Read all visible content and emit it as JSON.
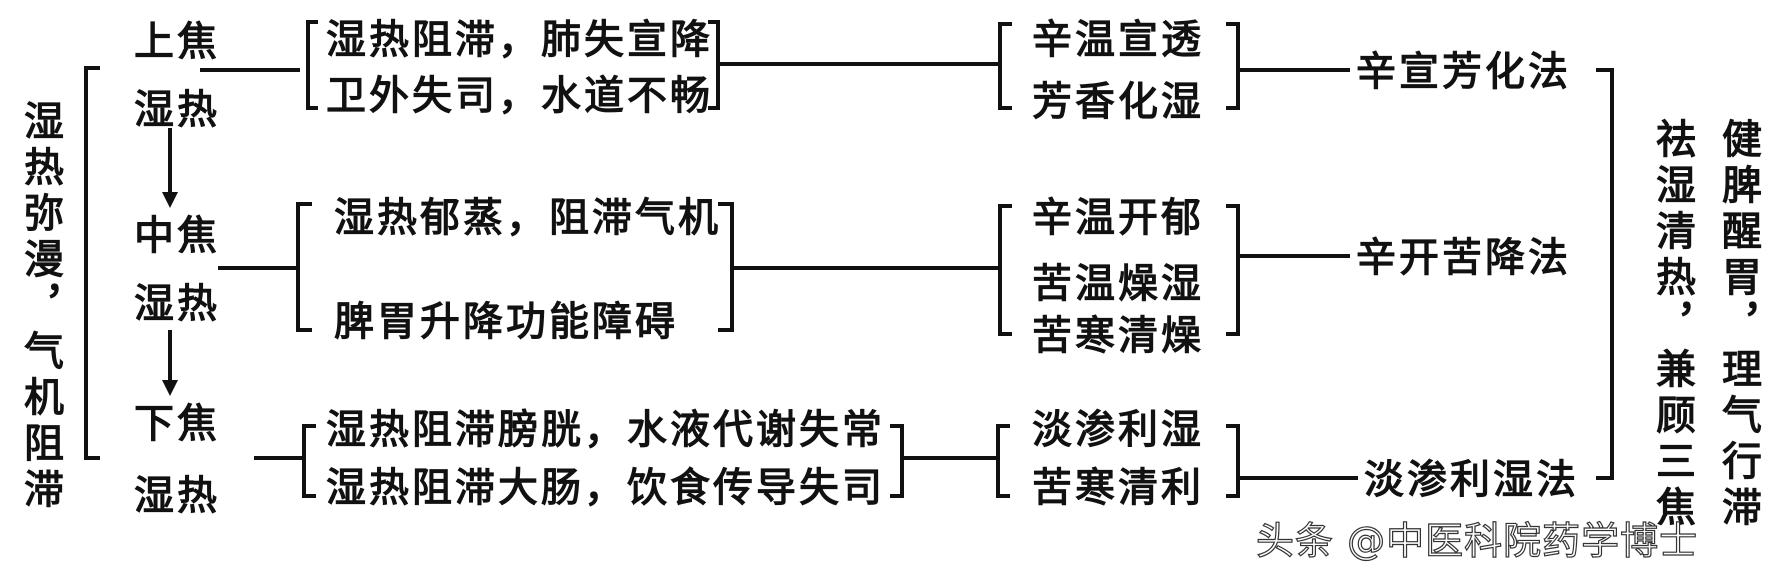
{
  "left_title": "湿热弥漫，气机阻滞",
  "right_col1": "祛湿清热，兼顾三焦",
  "right_col2": "健脾醒胃，理气行滞",
  "levels": [
    {
      "zone": "上焦",
      "kind": "湿热",
      "pathology": [
        "湿热阻滞，肺失宣降",
        "卫外失司，水道不畅"
      ],
      "therapies": [
        "辛温宣透",
        "芳香化湿"
      ],
      "method": "辛宣芳化法"
    },
    {
      "zone": "中焦",
      "kind": "湿热",
      "pathology": [
        "湿热郁蒸，阻滞气机",
        "脾胃升降功能障碍"
      ],
      "therapies": [
        "辛温开郁",
        "苦温燥湿",
        "苦寒清燥"
      ],
      "method": "辛开苦降法"
    },
    {
      "zone": "下焦",
      "kind": "湿热",
      "pathology": [
        "湿热阻滞膀胱，水液代谢失常",
        "湿热阻滞大肠，饮食传导失司"
      ],
      "therapies": [
        "淡渗利湿",
        "苦寒清利"
      ],
      "method": "淡渗利湿法"
    }
  ],
  "watermark": "头条 @中医科院药学博士"
}
